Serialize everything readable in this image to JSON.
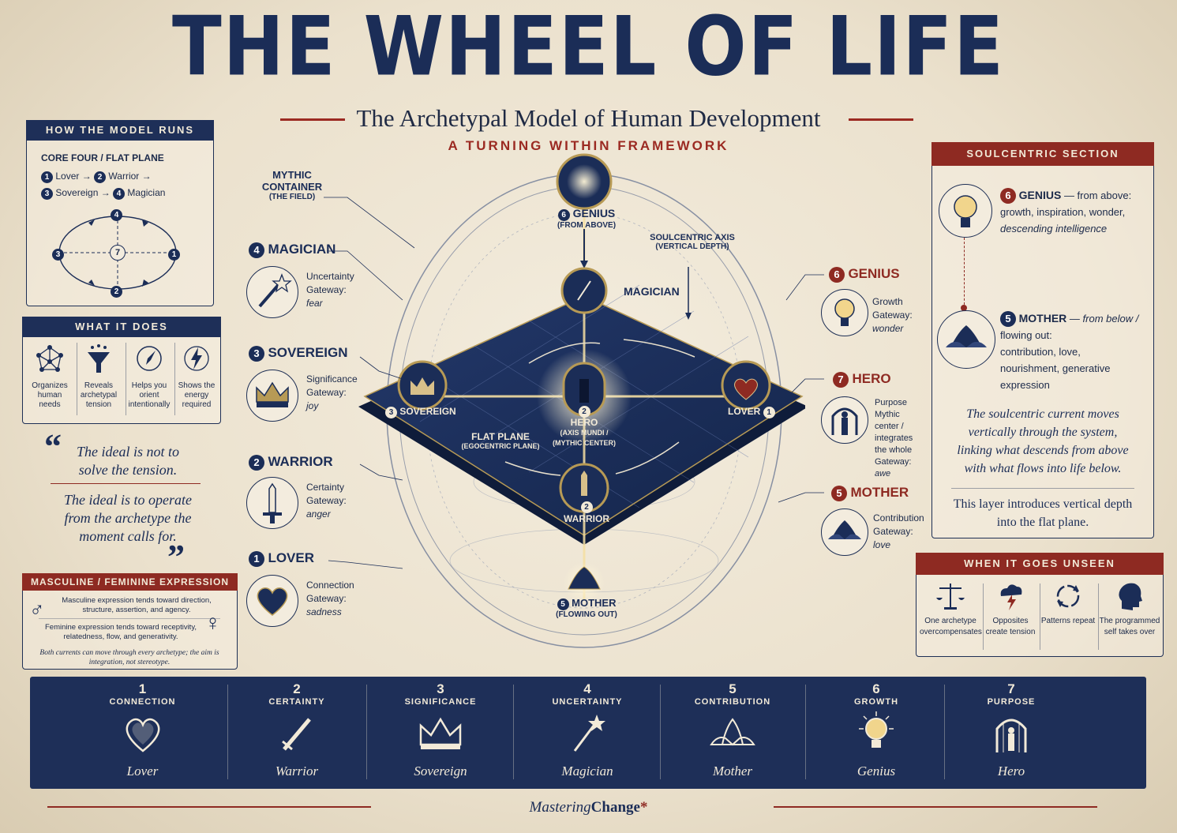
{
  "header": {
    "title": "THE WHEEL OF LIFE",
    "subtitle": "The Archetypal Model of Human Development",
    "tagline": "A TURNING WITHIN FRAMEWORK"
  },
  "how_model_runs": {
    "heading": "HOW THE MODEL RUNS",
    "subheading": "CORE FOUR / FLAT PLANE",
    "seq1": {
      "n1": "1",
      "a": "Lover",
      "n2": "2",
      "b": "Warrior",
      "arrow": "→"
    },
    "seq2": {
      "n1": "3",
      "a": "Sovereign",
      "arrow": "→",
      "n2": "4",
      "b": "Magician"
    },
    "nodes": {
      "top": "4",
      "left": "3",
      "center": "7",
      "right": "1",
      "bottom": "2"
    }
  },
  "what_it_does": {
    "heading": "WHAT IT DOES",
    "items": [
      {
        "icon": "network-icon",
        "label": "Organizes human needs"
      },
      {
        "icon": "funnel-icon",
        "label": "Reveals archetypal tension"
      },
      {
        "icon": "compass-icon",
        "label": "Helps you orient intentionally"
      },
      {
        "icon": "lightning-icon",
        "label": "Shows the energy required"
      }
    ]
  },
  "quote": {
    "open": "“",
    "close": "”",
    "line1": "The ideal is not to solve the tension.",
    "line2": "The ideal is to operate from the archetype the moment calls for."
  },
  "masculine_feminine": {
    "heading": "MASCULINE / FEMININE EXPRESSION",
    "masculine": "Masculine expression tends toward direction, structure, assertion, and agency.",
    "feminine": "Feminine expression tends toward receptivity, relatedness, flow, and generativity.",
    "note": "Both currents can move through every archetype; the aim is integration, not stereotype.",
    "male_symbol": "♂",
    "female_symbol": "♀"
  },
  "left_archetypes": [
    {
      "num": "4",
      "name": "MAGICIAN",
      "need": "Uncertainty",
      "gateway_label": "Gateway:",
      "gateway": "fear",
      "icon": "wand-icon"
    },
    {
      "num": "3",
      "name": "SOVEREIGN",
      "need": "Significance",
      "gateway_label": "Gateway:",
      "gateway": "joy",
      "icon": "crown-icon"
    },
    {
      "num": "2",
      "name": "WARRIOR",
      "need": "Certainty",
      "gateway_label": "Gateway:",
      "gateway": "anger",
      "icon": "sword-icon"
    },
    {
      "num": "1",
      "name": "LOVER",
      "need": "Connection",
      "gateway_label": "Gateway:",
      "gateway": "sadness",
      "icon": "heart-icon"
    }
  ],
  "right_archetypes": [
    {
      "num": "6",
      "name": "GENIUS",
      "need": "Growth",
      "gateway_label": "Gateway:",
      "gateway": "wonder",
      "icon": "lightbulb-icon"
    },
    {
      "num": "7",
      "name": "HERO",
      "need": "Purpose",
      "extra": "Mythic center / integrates the whole",
      "gateway_label": "Gateway:",
      "gateway": "awe",
      "icon": "hero-arch-icon"
    },
    {
      "num": "5",
      "name": "MOTHER",
      "need": "Contribution",
      "gateway_label": "Gateway:",
      "gateway": "love",
      "icon": "lotus-icon"
    }
  ],
  "diagram": {
    "mythic_container": "MYTHIC CONTAINER",
    "mythic_container_sub": "(THE FIELD)",
    "genius_top": {
      "num": "6",
      "name": "GENIUS",
      "sub": "(FROM ABOVE)"
    },
    "soulcentric_axis": "SOULCENTRIC AXIS",
    "soulcentric_axis_sub": "(VERTICAL DEPTH)",
    "magician": "MAGICIAN",
    "sovereign": {
      "num": "3",
      "name": "SOVEREIGN"
    },
    "lover": {
      "num": "1",
      "name": "LOVER"
    },
    "hero": {
      "num": "2",
      "name": "HERO",
      "sub1": "(AXIS MUNDI /",
      "sub2": "(MYTHIC CENTER)"
    },
    "flat_plane": "FLAT PLANE",
    "flat_plane_sub": "(EGOCENTRIC PLANE)",
    "warrior": {
      "num": "2",
      "name": "WARRIOR"
    },
    "mother": {
      "num": "5",
      "name": "MOTHER",
      "sub": "(FLOWING OUT)"
    }
  },
  "soulcentric": {
    "heading": "SOULCENTRIC SECTION",
    "genius": {
      "num": "6",
      "name": "GENIUS",
      "dash": "— from above:",
      "text1": "growth, inspiration, wonder,",
      "text2": "descending intelligence"
    },
    "mother": {
      "num": "5",
      "name": "MOTHER",
      "dash": "— from below /",
      "text1": "flowing out:",
      "text2": "contribution, love,",
      "text3": "nourishment, generative",
      "text4": "expression"
    },
    "para1": "The soulcentric current moves vertically through the system, linking what descends from above with what flows into life below.",
    "para2": "This layer introduces vertical depth into the flat plane."
  },
  "unseen": {
    "heading": "WHEN IT GOES UNSEEN",
    "items": [
      {
        "icon": "scales-icon",
        "label": "One archetype overcompensates"
      },
      {
        "icon": "storm-icon",
        "label": "Opposites create tension"
      },
      {
        "icon": "cycle-icon",
        "label": "Patterns repeat"
      },
      {
        "icon": "head-icon",
        "label": "The programmed self takes over"
      }
    ]
  },
  "bottom_strip": [
    {
      "num": "1",
      "need": "CONNECTION",
      "name": "Lover",
      "icon": "heart-icon"
    },
    {
      "num": "2",
      "need": "CERTAINTY",
      "name": "Warrior",
      "icon": "sword-icon"
    },
    {
      "num": "3",
      "need": "SIGNIFICANCE",
      "name": "Sovereign",
      "icon": "crown-icon"
    },
    {
      "num": "4",
      "need": "UNCERTAINTY",
      "name": "Magician",
      "icon": "wand-icon"
    },
    {
      "num": "5",
      "need": "CONTRIBUTION",
      "name": "Mother",
      "icon": "lotus-icon"
    },
    {
      "num": "6",
      "need": "GROWTH",
      "name": "Genius",
      "icon": "lightbulb-icon"
    },
    {
      "num": "7",
      "need": "PURPOSE",
      "name": "Hero",
      "icon": "hero-arch-icon"
    }
  ],
  "footer": {
    "brand_main": "Mastering",
    "brand_accent": "Change",
    "asterisk": "*"
  },
  "colors": {
    "navy": "#1e2f58",
    "red": "#8e2a22",
    "parchment": "#ece3d2"
  }
}
